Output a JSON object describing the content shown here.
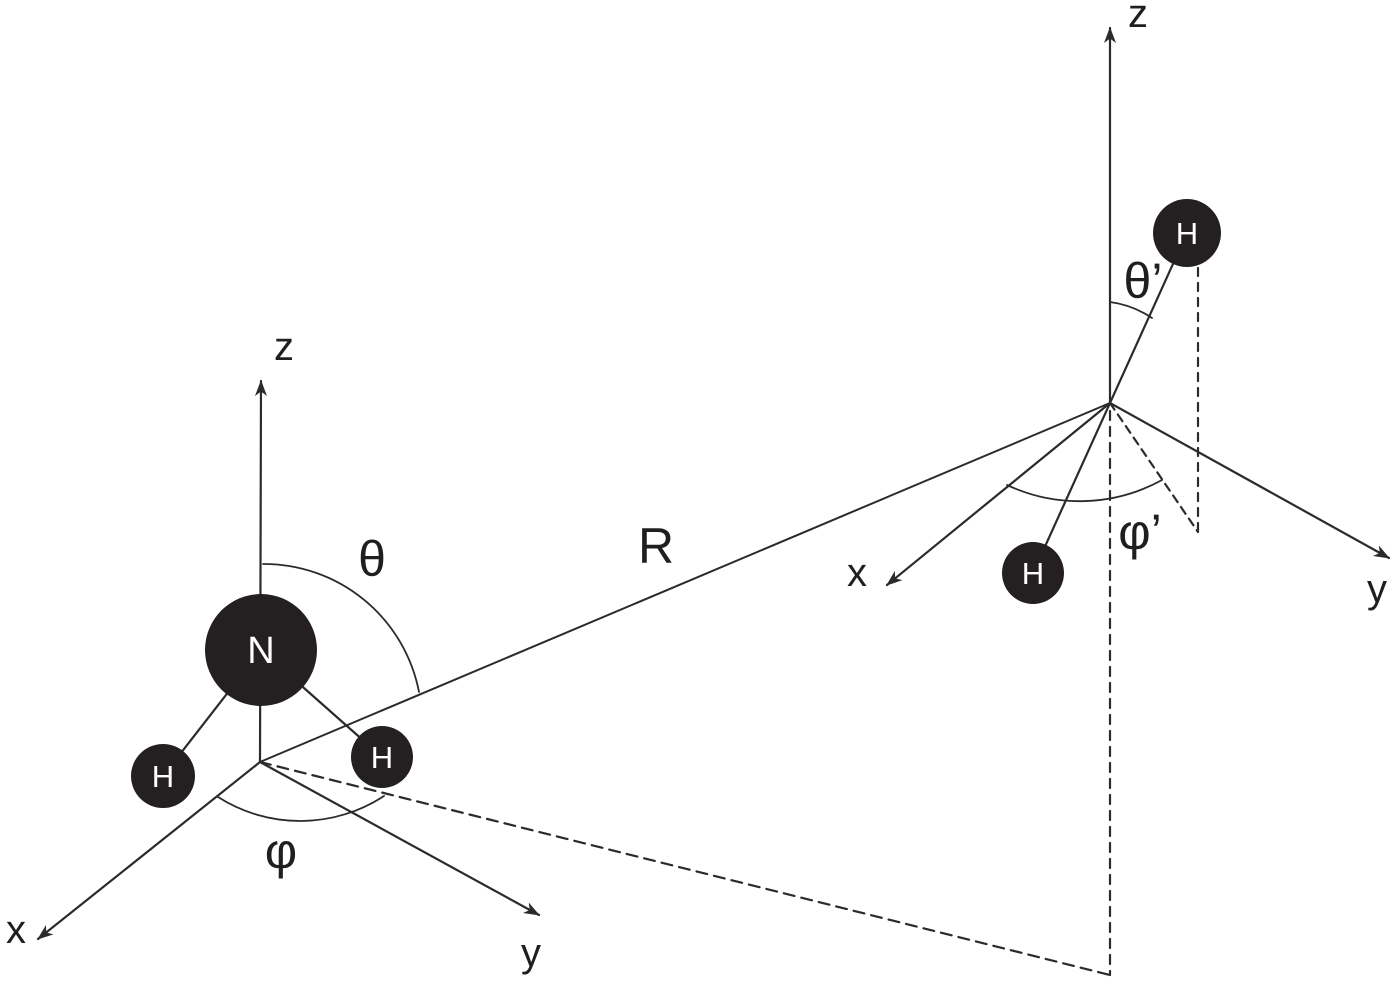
{
  "figure": {
    "background": "#ffffff",
    "line_color": "#2b2b2b",
    "text_color": "#1f1f1f",
    "atom_fill": "#242021",
    "atom_label_color": "#ffffff"
  },
  "left_molecule": {
    "name": "ammonia-NH3",
    "nitrogen_label": "N",
    "hydrogen_left_label": "H",
    "hydrogen_right_label": "H",
    "axes": {
      "x": "x",
      "y": "y",
      "z": "z"
    },
    "angles": {
      "theta": "θ",
      "phi": "φ"
    }
  },
  "right_molecule": {
    "name": "hydrogen-H2",
    "hydrogen_top_label": "H",
    "hydrogen_bottom_label": "H",
    "axes": {
      "x": "x",
      "y": "y",
      "z": "z"
    },
    "angles": {
      "theta_prime": "θ’",
      "phi_prime": "φ’"
    }
  },
  "distance_label": "R"
}
